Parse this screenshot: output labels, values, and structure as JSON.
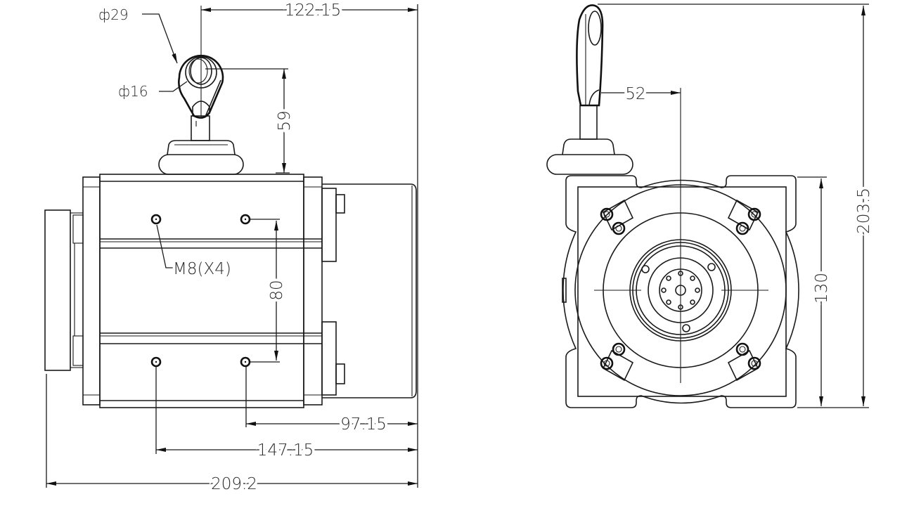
{
  "drawing": {
    "left_view": {
      "eye_outer_dia": "ф29",
      "eye_inner_dia": "ф16",
      "eye_to_end": "122.15",
      "eye_height": "59",
      "thread_note": "M8(X4)",
      "hole_spacing": "80",
      "hole_offset_near": "97.15",
      "hole_offset_far": "147.15",
      "overall_length": "209.2"
    },
    "right_view": {
      "eye_offset": "52",
      "body_height": "130",
      "overall_height": "203.5"
    }
  }
}
